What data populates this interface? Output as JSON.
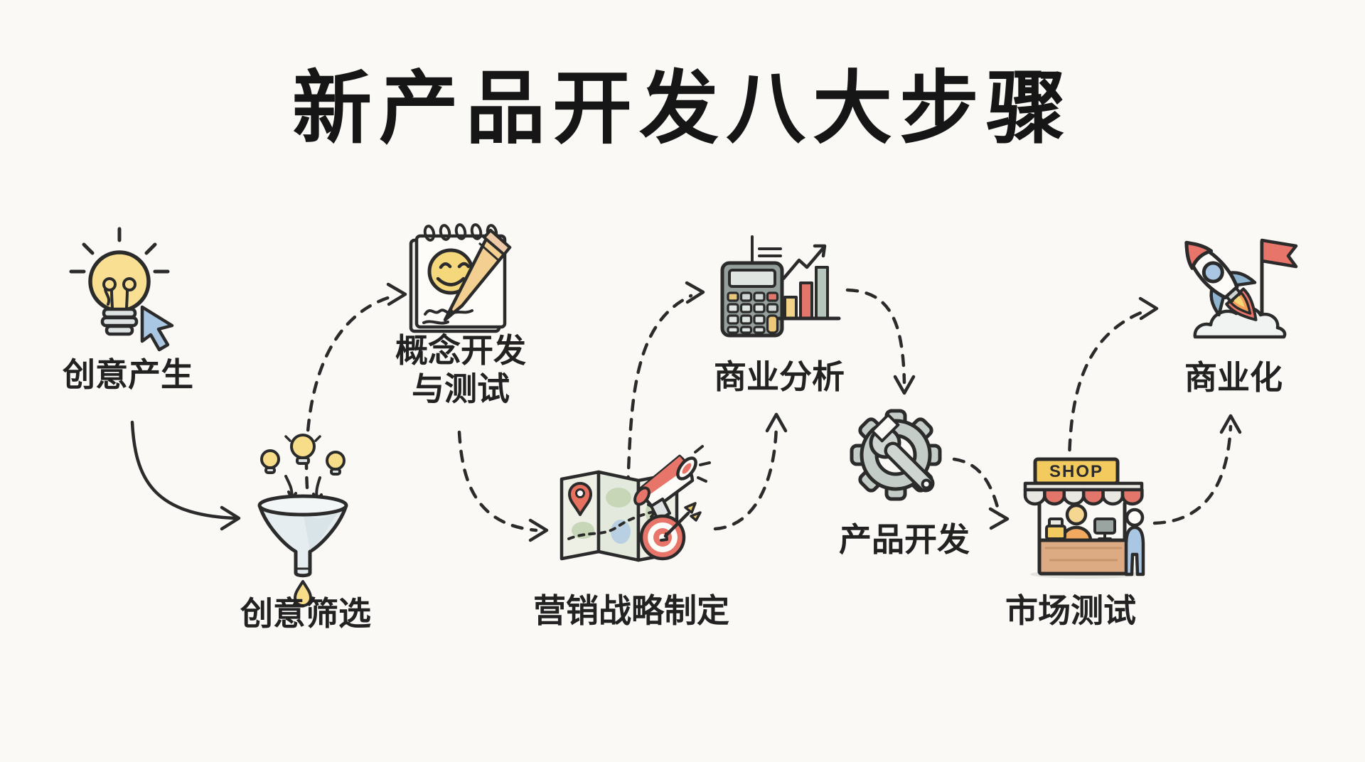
{
  "title": "新产品开发八大步骤",
  "steps": [
    {
      "id": 1,
      "label": "创意产生",
      "icon": "lightbulb-cursor-icon"
    },
    {
      "id": 2,
      "label": "创意筛选",
      "icon": "funnel-ideas-icon"
    },
    {
      "id": 3,
      "label": "概念开发与测试",
      "label_line1": "概念开发",
      "label_line2": "与测试",
      "icon": "notepad-smiley-pencil-icon"
    },
    {
      "id": 4,
      "label": "营销战略制定",
      "icon": "map-megaphone-target-icon"
    },
    {
      "id": 5,
      "label": "商业分析",
      "icon": "calculator-chart-icon"
    },
    {
      "id": 6,
      "label": "产品开发",
      "icon": "gear-wrench-icon"
    },
    {
      "id": 7,
      "label": "市场测试",
      "icon": "market-stall-icon"
    },
    {
      "id": 8,
      "label": "商业化",
      "icon": "rocket-flag-icon"
    }
  ],
  "shop_sign": "SHOP",
  "connections": [
    {
      "from": 1,
      "to": 2,
      "style": "solid"
    },
    {
      "from": 2,
      "to": 3,
      "style": "dashed"
    },
    {
      "from": 3,
      "to": 4,
      "style": "dashed"
    },
    {
      "from": 4,
      "to": 5,
      "style": "dashed"
    },
    {
      "from": 4,
      "to": 5,
      "style": "dashed"
    },
    {
      "from": 5,
      "to": 6,
      "style": "dashed"
    },
    {
      "from": 6,
      "to": 7,
      "style": "dashed"
    },
    {
      "from": 7,
      "to": 8,
      "style": "dashed"
    },
    {
      "from": 7,
      "to": 8,
      "style": "dashed"
    }
  ],
  "colors": {
    "background": "#faf9f5",
    "ink": "#2b2b2b",
    "yellow": "#f6d87c",
    "red": "#e8756a",
    "blue": "#a9c6e2",
    "gray": "#c4ccc8",
    "tan": "#dcab83",
    "green_gray": "#b7c6bd"
  }
}
